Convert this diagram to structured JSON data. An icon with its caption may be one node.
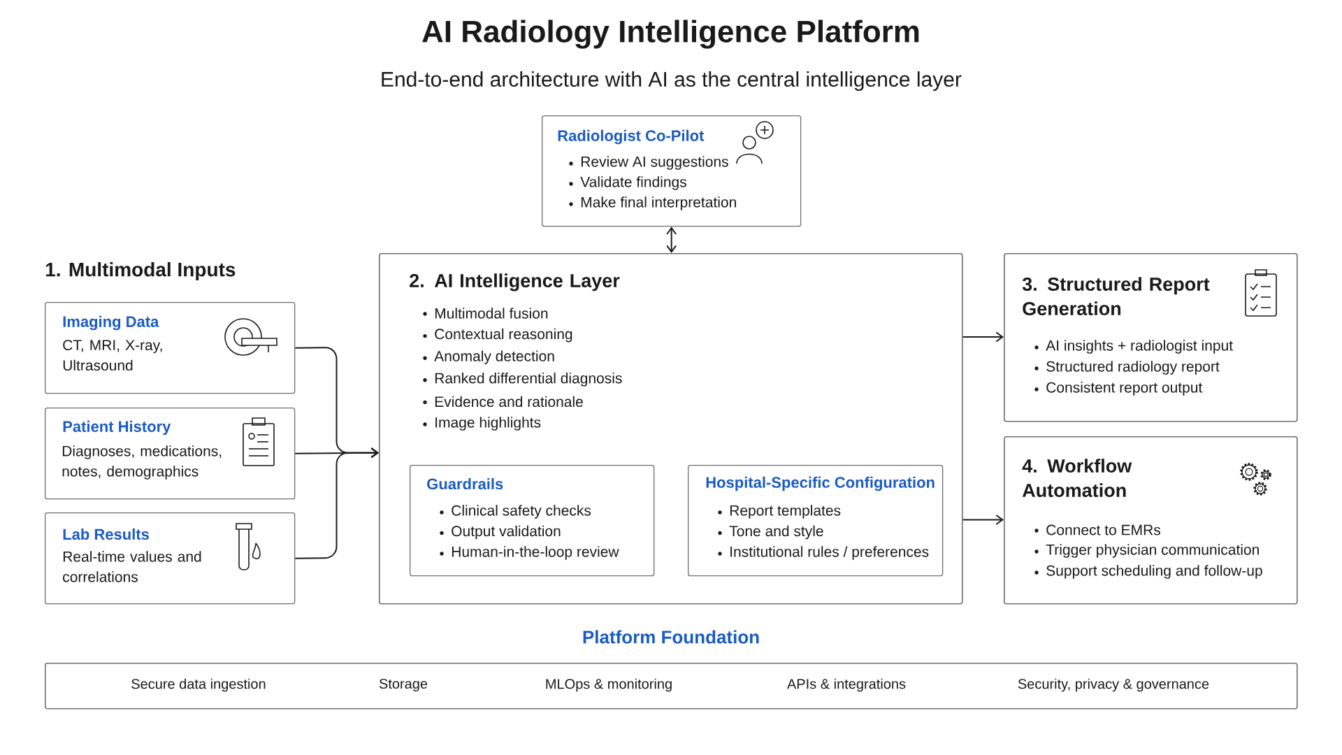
{
  "diagram": {
    "title": "AI Radiology Intelligence Platform",
    "nodes": [
      {
        "text": [
          "Radiologist Co-Pilot",
          "Review AI suggestions",
          "Validate findings",
          "Make final interpretation"
        ]
      },
      {
        "text": [
          "Imaging Data",
          "CT, MRI, X-ray, Ultrasound"
        ]
      },
      {
        "text": [
          "Patient History",
          "Diagnoses, medications, notes, demographics"
        ]
      },
      {
        "text": [
          "Lab Results",
          "Real-time values and correlations"
        ]
      },
      {
        "text": [
          "2. AI Intelligence Layer",
          "Multimodal fusion",
          "Contextual reasoning",
          "Anomaly detection",
          "Ranked differential diagnosis",
          "Evidence and rationale",
          "Image highlights"
        ]
      },
      {
        "text": [
          "Guardrails",
          "Clinical safety checks",
          "Output validation",
          "Human-in-the-loop review"
        ],
        "in": 4
      },
      {
        "text": [
          "Hospital-Specific Configuration",
          "Report templates",
          "Tone and style",
          "Institutional rules / preferences"
        ],
        "in": 4
      },
      {
        "text": [
          "3. Structured Report Generation",
          "AI insights + radiologist input",
          "Structured radiology report",
          "Consistent report output"
        ]
      },
      {
        "text": [
          "4. Workflow Automation",
          "Connect to EMRs",
          "Trigger physician communication",
          "Support scheduling and follow-up"
        ]
      },
      {
        "text": [
          "Platform Foundation",
          "Secure data ingestion",
          "Storage",
          "MLOps & monitoring",
          "APIs & integrations",
          "Security, privacy & governance"
        ]
      }
    ],
    "edges": [
      {
        "from": 0,
        "to": 4,
        "arrow": "both"
      },
      {
        "from": 1,
        "to": 4,
        "arrow": "to"
      },
      {
        "from": 2,
        "to": 4,
        "arrow": "to"
      },
      {
        "from": 3,
        "to": 4,
        "arrow": "to"
      },
      {
        "from": 4,
        "to": 7,
        "arrow": "to"
      },
      {
        "from": 4,
        "to": 8,
        "arrow": "to"
      }
    ],
    "labels": [
      "End-to-end architecture with AI as the central intelligence layer",
      "1. Multimodal Inputs"
    ]
  }
}
